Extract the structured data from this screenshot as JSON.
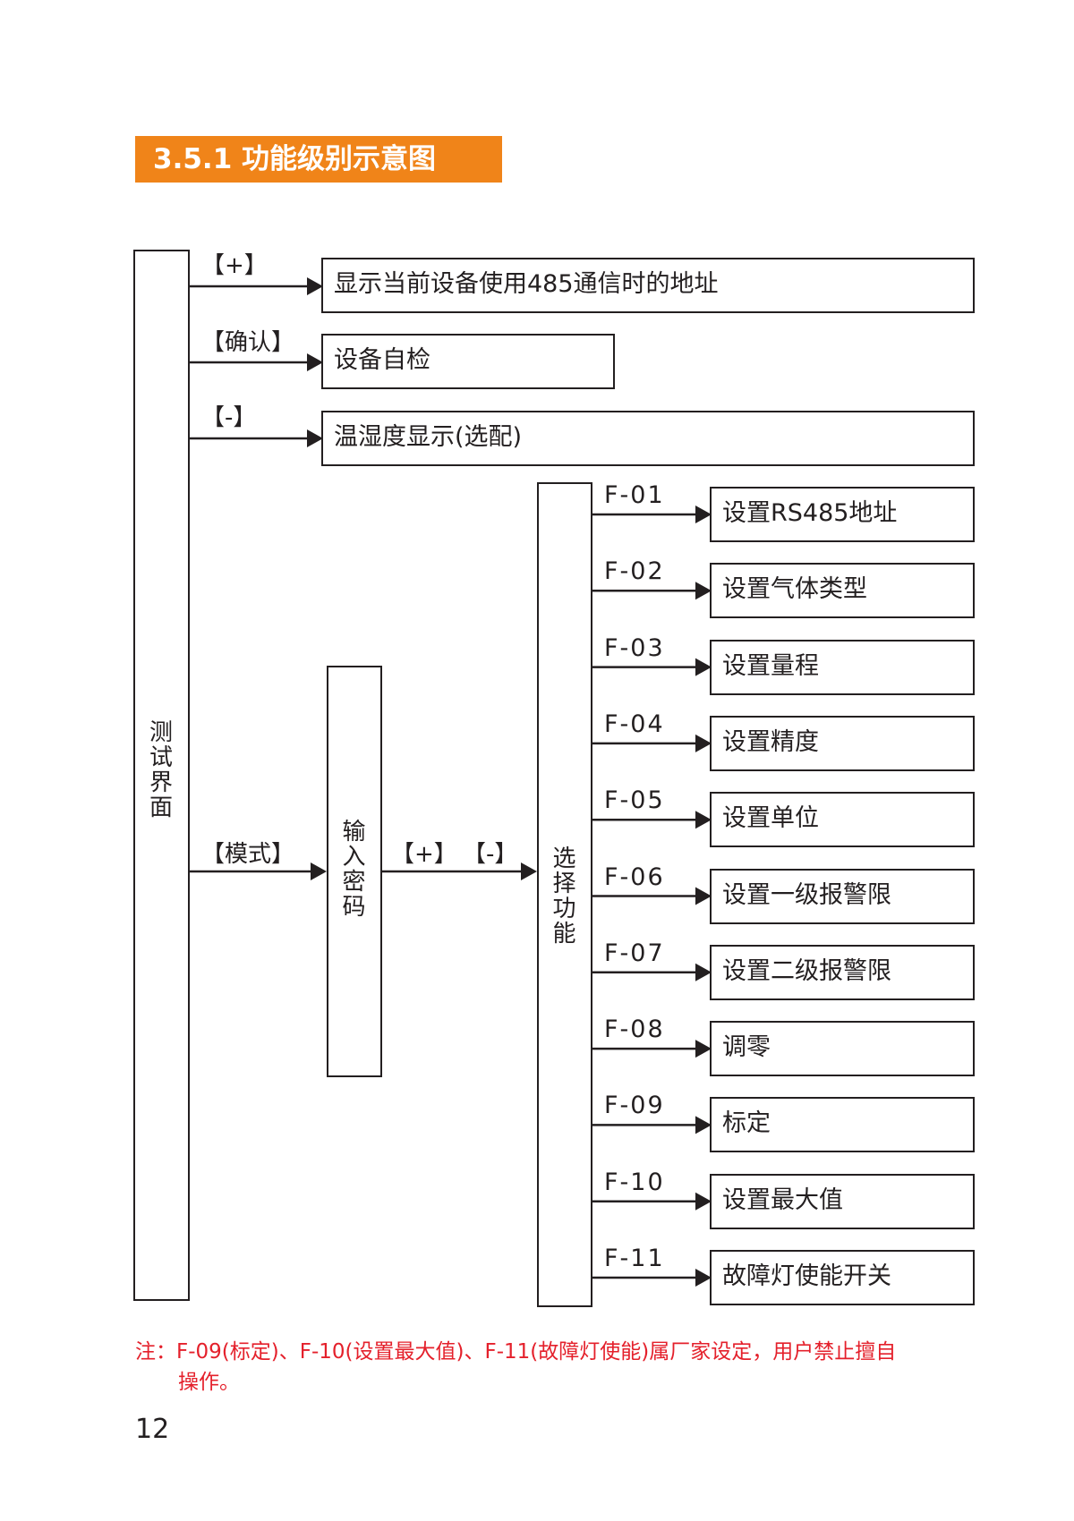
{
  "title": "3.5.1 功能级别示意图",
  "test_screen": {
    "label": "测试界面"
  },
  "top_branches": [
    {
      "key": "【+】",
      "text": "显示当前设备使用485通信时的地址"
    },
    {
      "key": "【确认】",
      "text": "设备自检"
    },
    {
      "key": "【-】",
      "text": "温湿度显示(选配)"
    }
  ],
  "mode_key": "【模式】",
  "password": {
    "label": "输入密码"
  },
  "plus_minus_keys": {
    "plus": "【+】",
    "minus": "【-】"
  },
  "select_function": {
    "label": "选择功能"
  },
  "functions": [
    {
      "code": "F-01",
      "text": "设置RS485地址"
    },
    {
      "code": "F-02",
      "text": "设置气体类型"
    },
    {
      "code": "F-03",
      "text": "设置量程"
    },
    {
      "code": "F-04",
      "text": "设置精度"
    },
    {
      "code": "F-05",
      "text": "设置单位"
    },
    {
      "code": "F-06",
      "text": "设置一级报警限"
    },
    {
      "code": "F-07",
      "text": "设置二级报警限"
    },
    {
      "code": "F-08",
      "text": "调零"
    },
    {
      "code": "F-09",
      "text": "标定"
    },
    {
      "code": "F-10",
      "text": "设置最大值"
    },
    {
      "code": "F-11",
      "text": "故障灯使能开关"
    }
  ],
  "note": {
    "line1": "注：F-09(标定)、F-10(设置最大值)、F-11(故障灯使能)属厂家设定，用户禁止擅自",
    "line2": "操作。"
  },
  "page_number": "12",
  "colors": {
    "banner": "#f08419",
    "note": "#e4202b",
    "line": "#231f20"
  }
}
